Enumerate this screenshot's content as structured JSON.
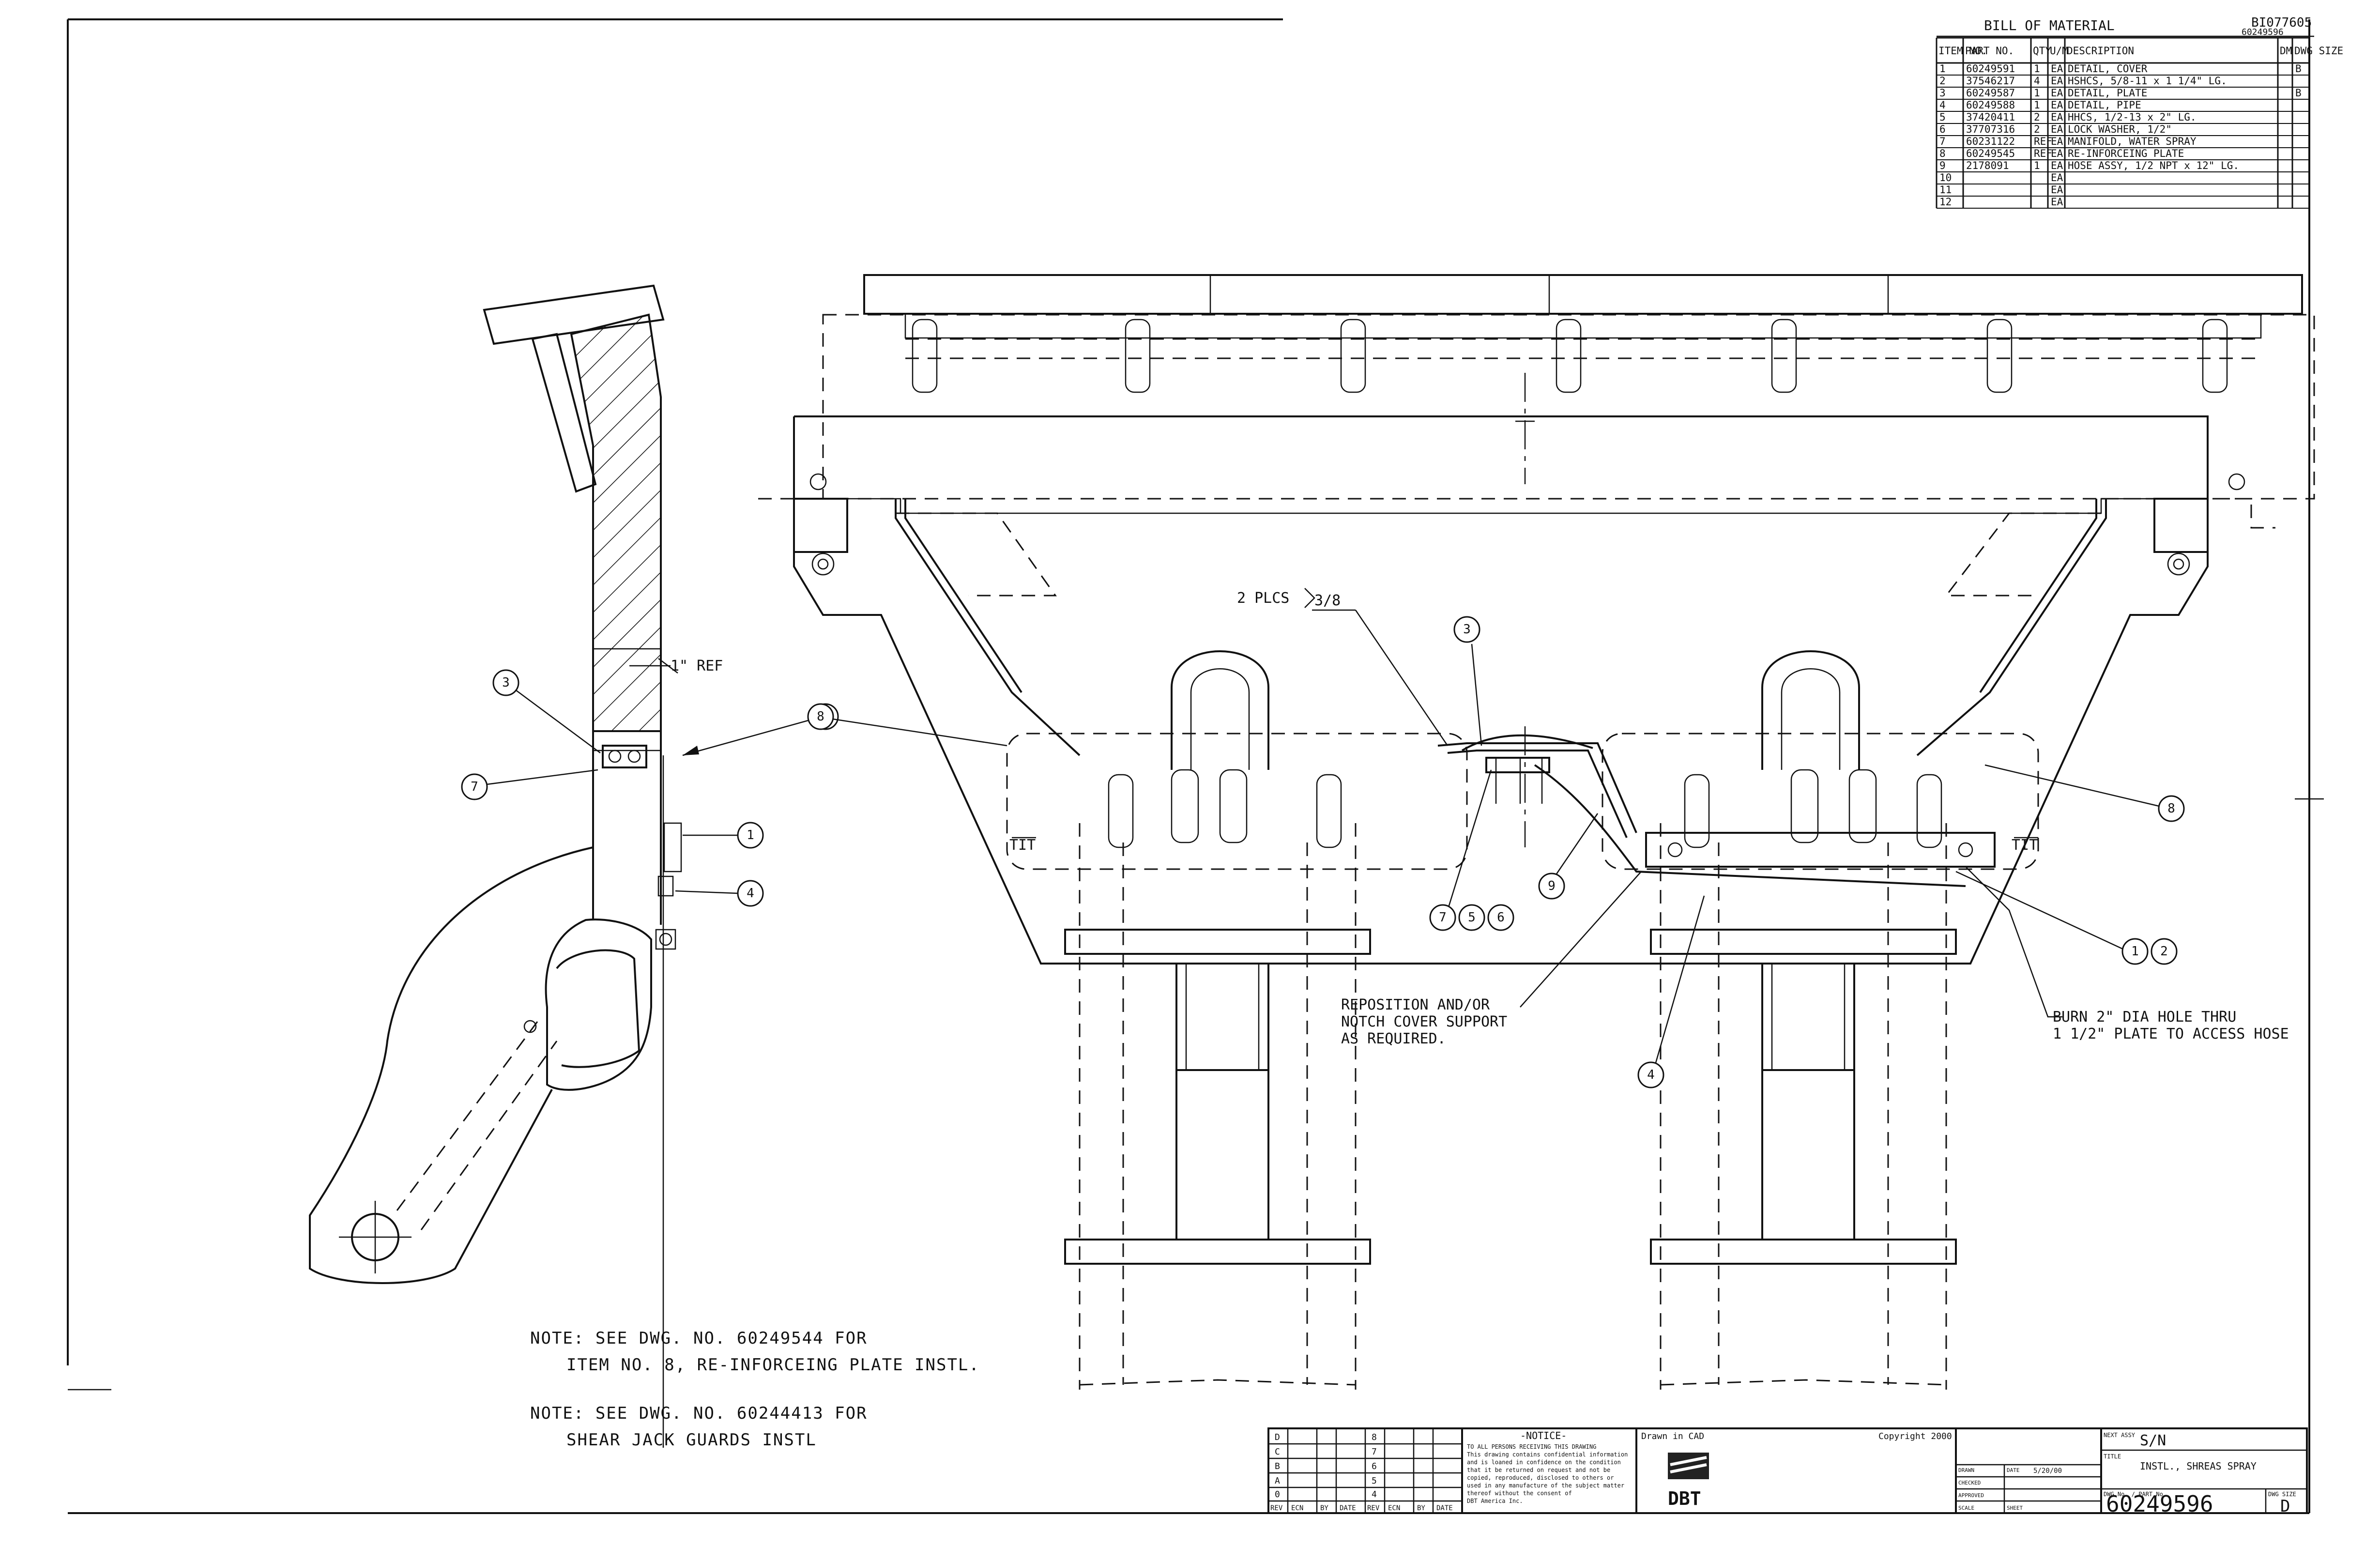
{
  "bom": {
    "title": "BILL OF MATERIAL",
    "doc_number": "BI077605",
    "doc_number_sub": "60249596",
    "headers": [
      "ITEM NO.",
      "PART NO.",
      "QTY",
      "U/M",
      "DESCRIPTION",
      "DM",
      "DWG SIZE"
    ],
    "rows": [
      [
        "1",
        "60249591",
        "1",
        "EA",
        "DETAIL, COVER",
        "",
        "B"
      ],
      [
        "2",
        "37546217",
        "4",
        "EA",
        "HSHCS, 5/8-11 x 1 1/4\" LG.",
        "",
        ""
      ],
      [
        "3",
        "60249587",
        "1",
        "EA",
        "DETAIL, PLATE",
        "",
        "B"
      ],
      [
        "4",
        "60249588",
        "1",
        "EA",
        "DETAIL, PIPE",
        "",
        ""
      ],
      [
        "5",
        "37420411",
        "2",
        "EA",
        "HHCS, 1/2-13 x 2\" LG.",
        "",
        ""
      ],
      [
        "6",
        "37707316",
        "2",
        "EA",
        "LOCK WASHER, 1/2\"",
        "",
        ""
      ],
      [
        "7",
        "60231122",
        "REF",
        "EA",
        "MANIFOLD, WATER SPRAY",
        "",
        ""
      ],
      [
        "8",
        "60249545",
        "REF",
        "EA",
        "RE-INFORCEING PLATE",
        "",
        ""
      ],
      [
        "9",
        "2178091",
        "1",
        "EA",
        "HOSE ASSY, 1/2 NPT x 12\" LG.",
        "",
        ""
      ],
      [
        "10",
        "",
        "",
        "EA",
        "",
        "",
        ""
      ],
      [
        "11",
        "",
        "",
        "EA",
        "",
        "",
        ""
      ],
      [
        "12",
        "",
        "",
        "EA",
        "",
        "",
        ""
      ]
    ]
  },
  "callouts": {
    "ref_dim": "1\" REF",
    "weld": "2 PLCS",
    "weld_size": "3/8",
    "reposition": [
      "REPOSITION AND/OR",
      "NOTCH COVER SUPPORT",
      "AS REQUIRED."
    ],
    "burn": [
      "BURN 2\" DIA HOLE THRU",
      "1 1/2\" PLATE TO ACCESS HOSE"
    ]
  },
  "balloons": {
    "side_3": "3",
    "side_7": "7",
    "side_8": "8",
    "side_1": "1",
    "side_4": "4",
    "top_8": "8",
    "top_3": "3",
    "top_7": "7",
    "top_5": "5",
    "top_6": "6",
    "top_9": "9",
    "top_4": "4",
    "top_1": "1",
    "top_2": "2",
    "right_8": "8"
  },
  "notes": [
    "NOTE: SEE DWG. NO. 60249544 FOR",
    "ITEM NO. 8, RE-INFORCEING PLATE INSTL.",
    "NOTE: SEE DWG. NO. 60244413 FOR",
    "SHEAR JACK GUARDS INSTL"
  ],
  "title_block": {
    "rev_cells": [
      "D",
      "C",
      "B",
      "A",
      "0"
    ],
    "rev_cells_2": [
      "8",
      "7",
      "6",
      "5",
      "4"
    ],
    "rev_header": [
      "REV",
      "ECN",
      "BY",
      "DATE",
      "REV",
      "ECN",
      "BY",
      "DATE"
    ],
    "notice_title": "-NOTICE-",
    "notice_text": [
      "TO ALL PERSONS RECEIVING THIS DRAWING",
      "This drawing contains confidential information",
      "and is loaned in confidence on the condition",
      "that it be returned on request and not be",
      "copied, reproduced, disclosed to others or",
      "used in any manufacture of the subject matter",
      "thereof without the consent of",
      "DBT America Inc."
    ],
    "drawn_in": "Drawn in CAD",
    "copyright": "Copyright 2000",
    "logo": "DBT",
    "next_assy_label": "NEXT ASSY",
    "next_assy": "S/N",
    "title_label": "TITLE",
    "title": "INSTL., SHREAS SPRAY",
    "scale_label": "SCALE",
    "dwg_no_label": "DWG No. / PART No.",
    "dwg_no": "60249596",
    "size_label": "DWG SIZE",
    "size": "D",
    "drawn_by": "DRAWN",
    "date": "DATE",
    "checked": "CHECKED",
    "approved": "APPROVED",
    "date_value": "5/20/00",
    "sheet": "SHEET"
  }
}
